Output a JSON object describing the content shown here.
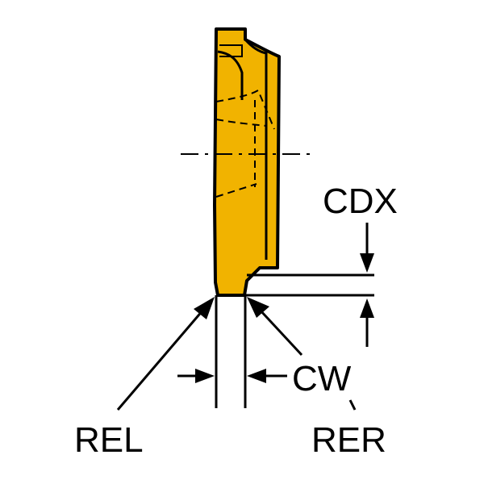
{
  "labels": {
    "cdx": "CDX",
    "cw": "CW",
    "rel": "REL",
    "rer": "RER"
  },
  "colors": {
    "insert_fill": "#f1b300",
    "outline": "#000000",
    "background": "#ffffff"
  }
}
